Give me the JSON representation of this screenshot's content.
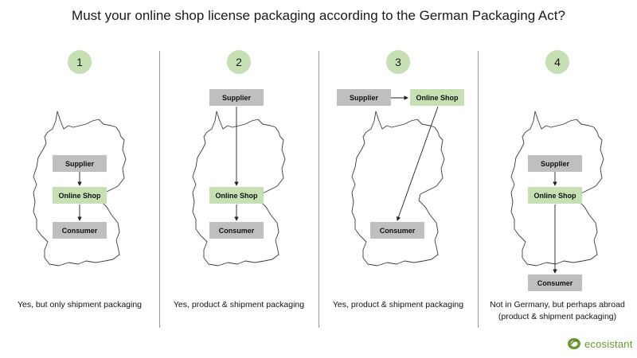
{
  "title": "Must your online shop license packaging according to the German Packaging Act?",
  "panels": [
    {
      "number": "1",
      "caption_line1": "Yes, but only shipment packaging",
      "caption_line2": "",
      "supplier": "Supplier",
      "shop": "Online Shop",
      "consumer": "Consumer"
    },
    {
      "number": "2",
      "caption_line1": "Yes, product & shipment packaging",
      "caption_line2": "",
      "supplier": "Supplier",
      "shop": "Online Shop",
      "consumer": "Consumer"
    },
    {
      "number": "3",
      "caption_line1": "Yes, product & shipment packaging",
      "caption_line2": "",
      "supplier": "Supplier",
      "shop": "Online Shop",
      "consumer": "Consumer"
    },
    {
      "number": "4",
      "caption_line1": "Not in Germany, but perhaps abroad",
      "caption_line2": "(product & shipment packaging)",
      "supplier": "Supplier",
      "shop": "Online Shop",
      "consumer": "Consumer"
    }
  ],
  "brand": {
    "name": "ecosistant",
    "color": "#6a9a2e"
  },
  "colors": {
    "gray_box": "#bfbfbf",
    "green_box": "#c6e0b4",
    "divider": "#9a9a9a"
  }
}
